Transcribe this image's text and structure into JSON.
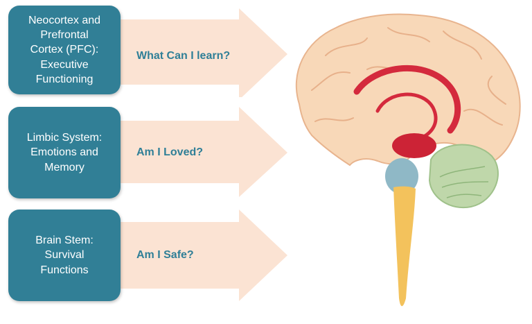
{
  "rows": [
    {
      "box_text": "Neocortex and\nPrefrontal\nCortex (PFC):\nExecutive\nFunctioning",
      "question": "What Can I learn?"
    },
    {
      "box_text": "Limbic System:\nEmotions and\nMemory",
      "question": "Am I Loved?"
    },
    {
      "box_text": "Brain Stem:\nSurvival\nFunctions",
      "question": "Am I Safe?"
    }
  ],
  "colors": {
    "box": "#317f96",
    "question_text": "#2f7f97",
    "arrow_fill": "#fbe3d3",
    "cortex": "#f8d8b8",
    "limbic": "#d42a3d",
    "cerebellum": "#bfd7aa",
    "brain_stem": "#f3c25c",
    "pons": "#8fb8c6"
  }
}
